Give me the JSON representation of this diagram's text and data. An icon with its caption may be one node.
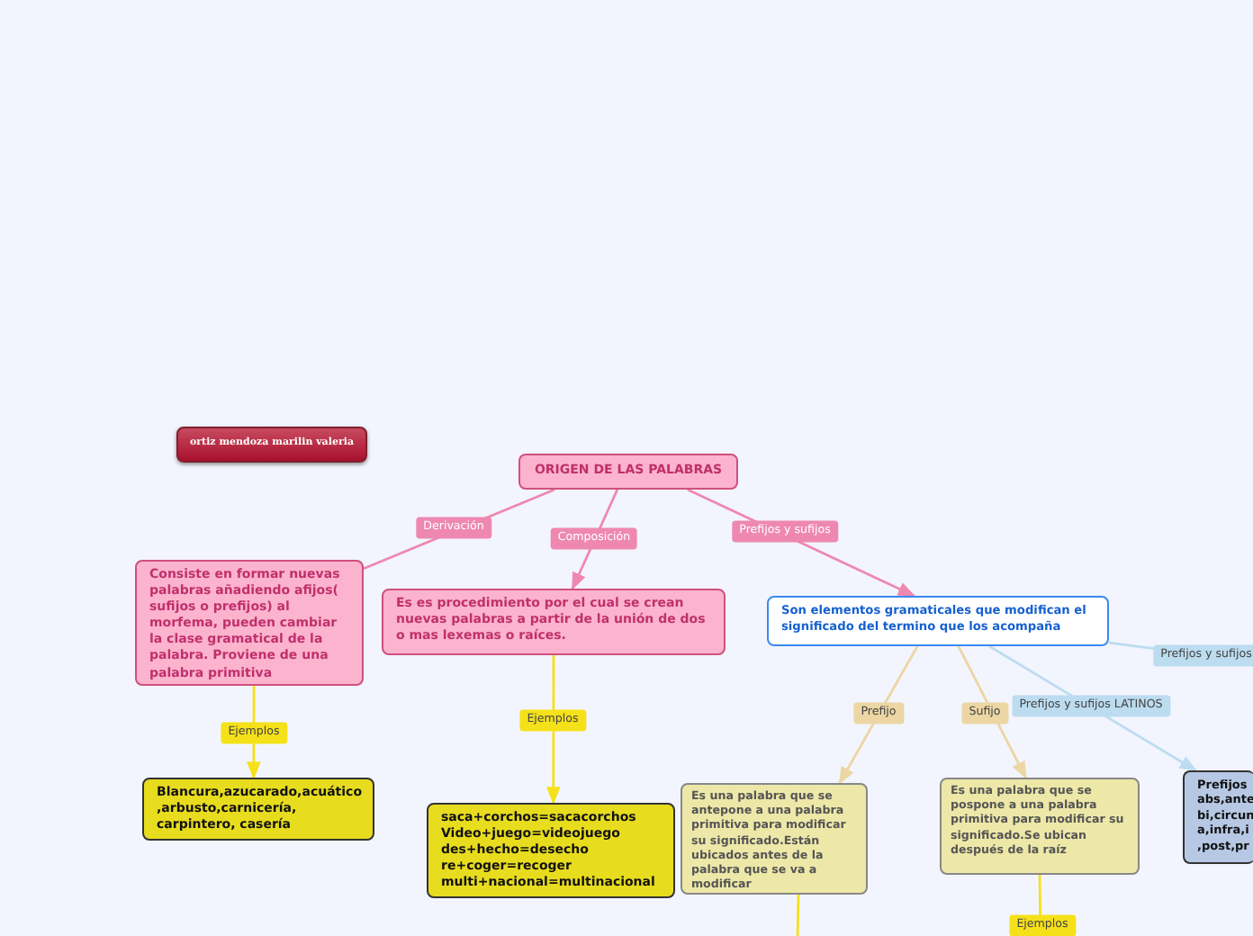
{
  "diagram": {
    "nodes": [
      {
        "text": [
          "ortiz mendoza marilin valeria"
        ]
      },
      {
        "text": [
          "ORIGEN DE LAS PALABRAS"
        ]
      },
      {
        "text": [
          "Consiste en formar nuevas palabras añadiendo afijos( sufijos o prefijos) al morfema, pueden cambiar la clase gramatical de la palabra. Proviene  de una palabra primitiva"
        ]
      },
      {
        "text": [
          "Es es procedimiento por el cual se crean nuevas palabras a partir de la unión de  dos o mas  lexemas o raíces."
        ]
      },
      {
        "text": [
          "Son elementos gramaticales que modifican el significado del termino que los acompaña"
        ]
      },
      {
        "text": [
          "Blancura,azucarado,acuático ,arbusto,carnicería, carpintero, casería"
        ]
      },
      {
        "text": [
          "saca+corchos=sacacorchos Video+juego=videojuego des+hecho=desecho re+coger=recoger multi+nacional=multinacional"
        ]
      },
      {
        "text": [
          "Es una palabra que se antepone  a una palabra primitiva para modificar su significado.Están ubicados antes de la palabra que se va a modificar"
        ]
      },
      {
        "text": [
          "Es una palabra que se pospone a una palabra primitiva para modificar su significado.Se ubican después de la raíz"
        ]
      },
      {
        "text": [
          "Prefijos abs,ante bi,circun a,infra,i ,post,pr"
        ]
      }
    ],
    "edges": [
      {
        "from": 1,
        "to": 2,
        "arrow": "none",
        "label": "Derivación",
        "color": "#ee88b0"
      },
      {
        "from": 1,
        "to": 3,
        "arrow": "to",
        "label": "Composición",
        "color": "#ee88b0"
      },
      {
        "from": 1,
        "to": 4,
        "arrow": "to",
        "label": "Prefijos y sufijos",
        "color": "#ee88b0"
      },
      {
        "from": 2,
        "to": 5,
        "arrow": "to",
        "label": "Ejemplos"
      },
      {
        "from": 3,
        "to": 6,
        "arrow": "to",
        "label": "Ejemplos"
      },
      {
        "from": 4,
        "to": 7,
        "arrow": "to",
        "label": "Prefijo",
        "color": "#ecd6a4"
      },
      {
        "from": 4,
        "to": 8,
        "arrow": "to",
        "label": "Sufijo",
        "color": "#ecd6a4"
      },
      {
        "from": 4,
        "to": 9,
        "arrow": "to",
        "label": "Prefijos y sufijos LATINOS",
        "color": "#bcdcf0"
      },
      {
        "from": 4,
        "to": null,
        "arrow": "none",
        "label": "Prefijos y sufijos",
        "color": "#bcdcf0"
      },
      {
        "from": 7,
        "to": null,
        "arrow": "none"
      },
      {
        "from": 8,
        "to": null,
        "arrow": "none",
        "label": "Ejemplos"
      }
    ]
  }
}
